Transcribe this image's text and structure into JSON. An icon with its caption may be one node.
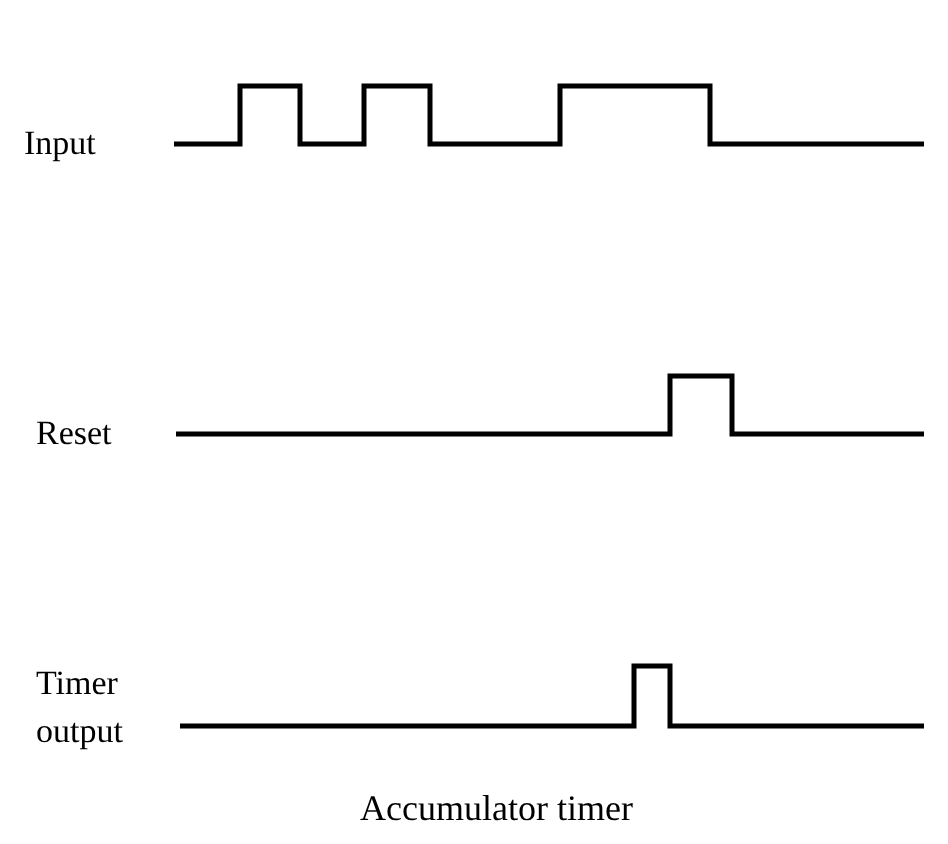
{
  "diagram": {
    "caption": "Accumulator timer",
    "labels": [
      "Input",
      "Reset",
      "Timer output"
    ]
  }
}
